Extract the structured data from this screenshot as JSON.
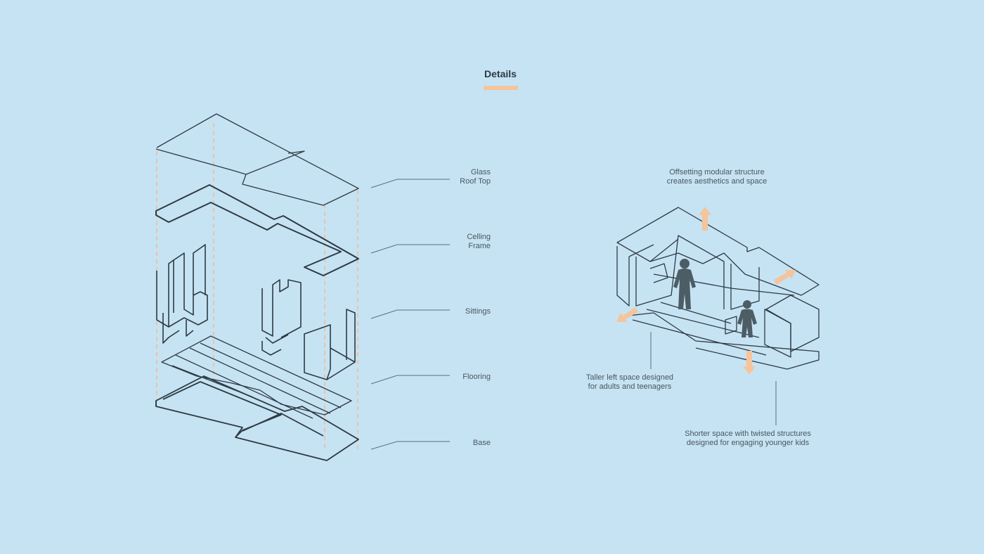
{
  "header": {
    "title": "Details"
  },
  "exploded_view": {
    "labels": [
      {
        "line1": "Glass",
        "line2": "Roof Top"
      },
      {
        "line1": "Celling",
        "line2": "Frame"
      },
      {
        "line1": "Sittings",
        "line2": ""
      },
      {
        "line1": "Flooring",
        "line2": ""
      },
      {
        "line1": "Base",
        "line2": ""
      }
    ]
  },
  "assembled_view": {
    "annotations": [
      {
        "line1": "Offsetting modular structure",
        "line2": "creates aesthetics and space"
      },
      {
        "line1": "Taller left space designed",
        "line2": "for adults and teenagers"
      },
      {
        "line1": "Shorter space with twisted structures",
        "line2": "designed for engaging younger kids"
      }
    ]
  },
  "colors": {
    "background": "#c6e3f4",
    "line": "#2e3a42",
    "accent": "#f5c49a",
    "figure": "#4d5d66"
  }
}
